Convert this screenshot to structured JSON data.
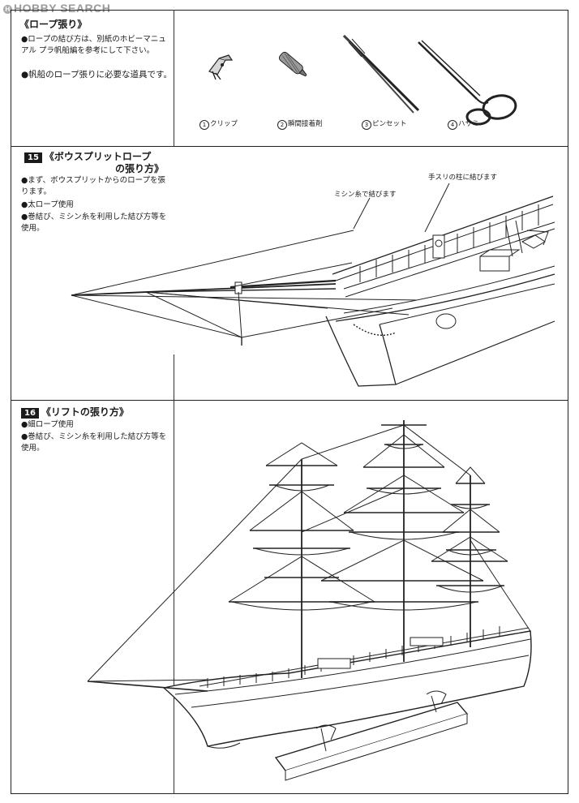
{
  "watermark": {
    "text": "HOBBY SEARCH",
    "mark": "H"
  },
  "section_rope": {
    "title": "《ロープ張り》",
    "bullets": [
      "●ロープの結び方は、別紙のホビーマニュアル プラ帆船編を参考にして下さい。",
      "●帆船のロープ張りに必要な道具です。"
    ],
    "tools": [
      {
        "num": "1",
        "label": "クリップ",
        "icon": "clip-icon"
      },
      {
        "num": "2",
        "label": "瞬間接着剤",
        "icon": "glue-icon"
      },
      {
        "num": "3",
        "label": "ピンセット",
        "icon": "tweezers-icon"
      },
      {
        "num": "4",
        "label": "ハサミ",
        "icon": "scissors-icon"
      }
    ]
  },
  "section_15": {
    "number": "15",
    "title_line1": "《ボウスプリットロープ",
    "title_line2": "の張り方》",
    "bullets": [
      "●まず、ボウスプリットからのロープを張ります。",
      "●太ロープ使用",
      "●巻結び、ミシン糸を利用した結び方等を使用。"
    ],
    "callouts": {
      "handrail": "手スリの柱に結びます",
      "sewing_thread": "ミシン糸で結びます"
    }
  },
  "section_16": {
    "number": "16",
    "title": "《リフトの張り方》",
    "bullets": [
      "●細ロープ使用",
      "●巻結び、ミシン糸を利用した結び方等を使用。"
    ]
  }
}
